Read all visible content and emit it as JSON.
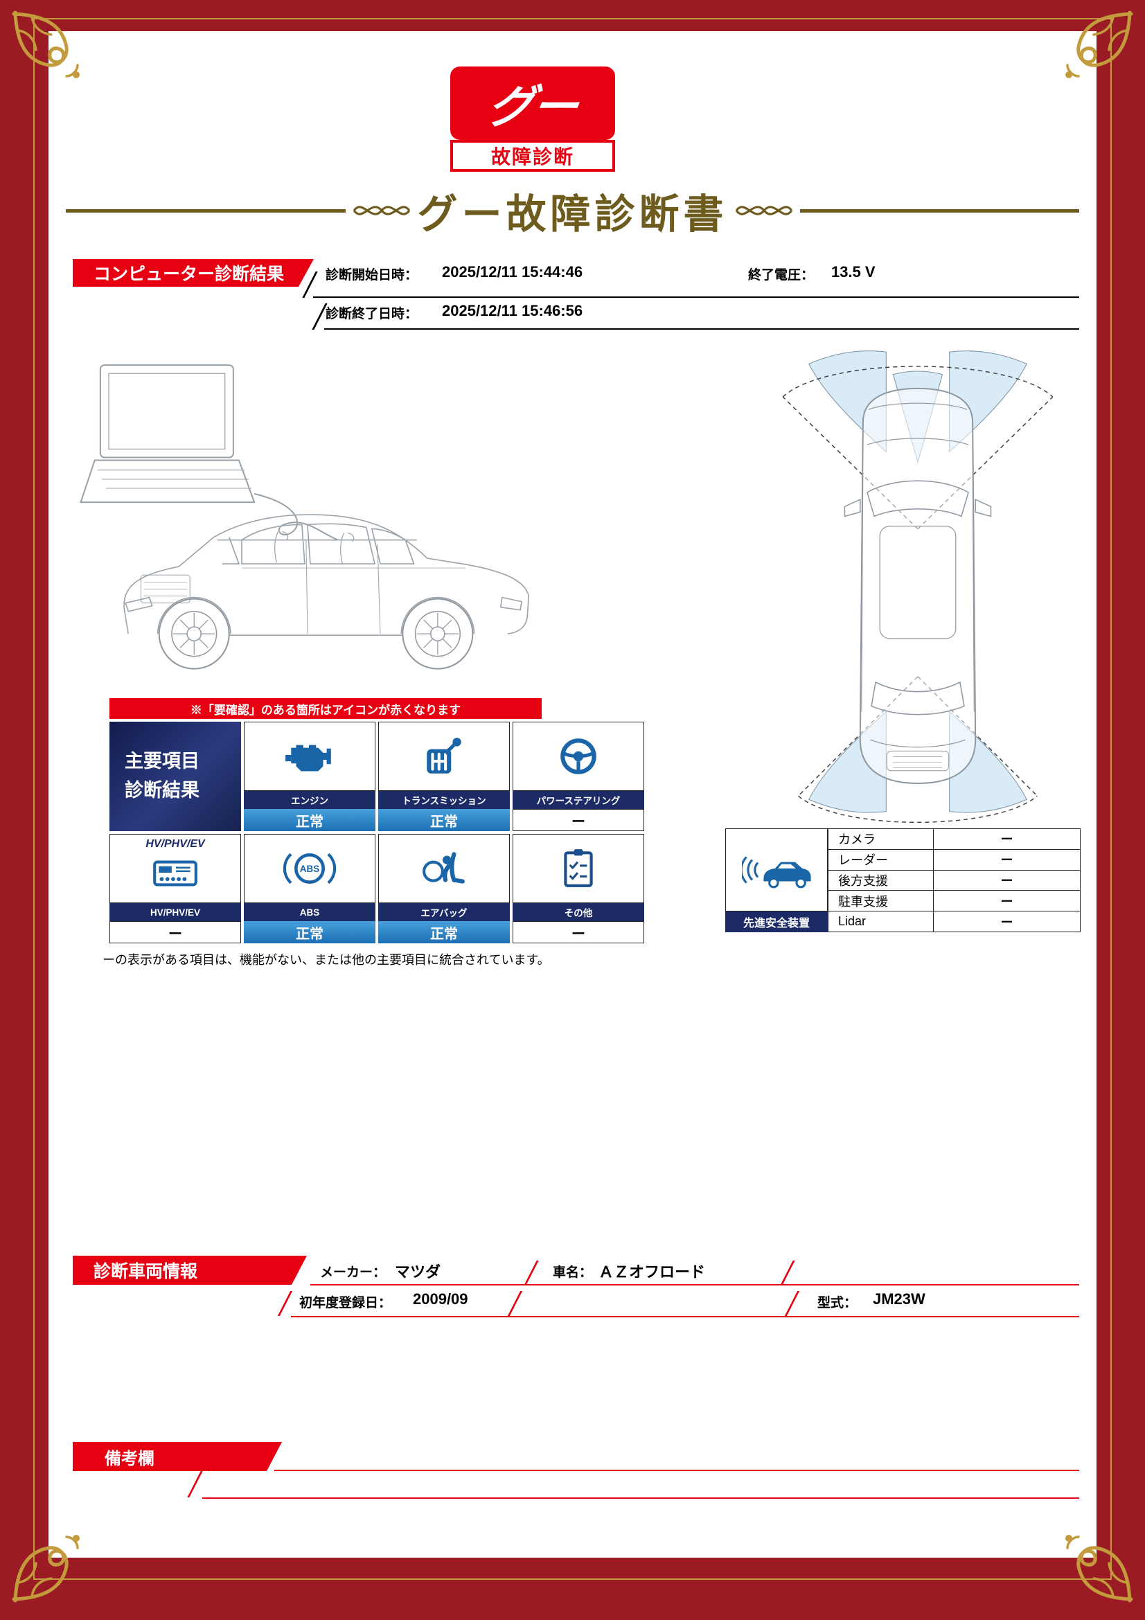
{
  "colors": {
    "accent_red": "#E60012",
    "frame_red": "#9A1B24",
    "navy": "#1C2A66",
    "icon_blue": "#1A64A8",
    "gold": "#C49B3C",
    "title_brown": "#6E5B1E",
    "sensor_blue": "#D9EBF7"
  },
  "logo": {
    "text": "グー",
    "subtext": "故障診断"
  },
  "title": "グー故障診断書",
  "computer_diagnosis": {
    "header": "コンピューター診断結果",
    "start_label": "診断開始日時：",
    "start_value": "2025/12/11 15:44:46",
    "voltage_label": "終了電圧：",
    "voltage_value": "13.5 V",
    "end_label": "診断終了日時：",
    "end_value": "2025/12/11 15:46:56"
  },
  "warning_banner": "※「要確認」のある箇所はアイコンが赤くなります",
  "main_results": {
    "box_title_line1": "主要項目",
    "box_title_line2": "診断結果",
    "items": [
      {
        "name": "engine",
        "label": "エンジン",
        "status": "正常"
      },
      {
        "name": "transmission",
        "label": "トランスミッション",
        "status": "正常"
      },
      {
        "name": "power-steering",
        "label": "パワーステアリング",
        "status": "ー"
      },
      {
        "name": "hv-phv-ev",
        "header": "HV/PHV/EV",
        "label": "HV/PHV/EV",
        "status": "ー"
      },
      {
        "name": "abs",
        "label": "ABS",
        "status": "正常"
      },
      {
        "name": "airbag",
        "label": "エアバッグ",
        "status": "正常"
      },
      {
        "name": "other",
        "label": "その他",
        "status": "ー"
      }
    ],
    "footnote": "ーの表示がある項目は、機能がない、または他の主要項目に統合されています。"
  },
  "advanced_safety": {
    "label": "先進安全装置",
    "rows": [
      {
        "name": "カメラ",
        "value": "ー"
      },
      {
        "name": "レーダー",
        "value": "ー"
      },
      {
        "name": "後方支援",
        "value": "ー"
      },
      {
        "name": "駐車支援",
        "value": "ー"
      },
      {
        "name": "Lidar",
        "value": "ー"
      }
    ]
  },
  "vehicle_info": {
    "header": "診断車両情報",
    "maker_label": "メーカー：",
    "maker_value": "マツダ",
    "car_name_label": "車名：",
    "car_name_value": "ＡＺオフロード",
    "first_registration_label": "初年度登録日：",
    "first_registration_value": "2009/09",
    "model_label": "型式：",
    "model_value": "JM23W"
  },
  "remarks": {
    "header": "備考欄"
  }
}
